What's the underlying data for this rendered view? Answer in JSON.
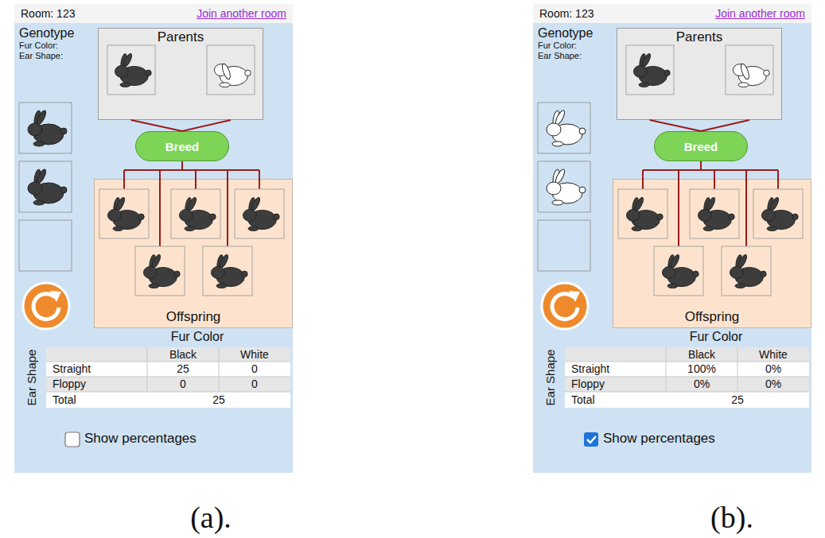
{
  "diagram": {
    "nodes": [
      {
        "text": [
          "Genotype",
          "Fur Color:",
          "Ear Shape:"
        ]
      },
      {
        "text": [
          "Room: 123",
          "Join another room"
        ],
        "in": 0
      },
      {
        "text": [
          "Parents"
        ],
        "in": 0
      },
      {
        "text": [
          "Breed"
        ],
        "in": 0
      },
      {
        "text": [
          "Offspring"
        ],
        "in": 0
      },
      {
        "text": [
          "Genotype",
          "Fur Color:",
          "Ear Shape:"
        ]
      },
      {
        "text": [
          "Room: 123",
          "Join another room"
        ],
        "in": 5
      },
      {
        "text": [
          "Parents"
        ],
        "in": 5
      },
      {
        "text": [
          "Breed"
        ],
        "in": 5
      },
      {
        "text": [
          "Offspring"
        ],
        "in": 5
      }
    ],
    "edges": [
      {
        "from": 2,
        "to": 3,
        "arrow": "none"
      },
      {
        "from": 3,
        "to": 4,
        "arrow": "none"
      },
      {
        "from": 7,
        "to": 8,
        "arrow": "none"
      },
      {
        "from": 8,
        "to": 9,
        "arrow": "none"
      }
    ],
    "labels": [
      "Fur Color",
      "Ear Shape",
      "Black",
      "White",
      "Straight",
      "25",
      "0",
      "Floppy",
      "0",
      "0",
      "Total",
      "25",
      "Show percentages",
      "Fur Color",
      "Ear Shape",
      "Black",
      "White",
      "Straight",
      "100%",
      "0%",
      "Floppy",
      "0%",
      "0%",
      "Total",
      "25",
      "Show percentages",
      "(a).",
      "(b)."
    ]
  }
}
